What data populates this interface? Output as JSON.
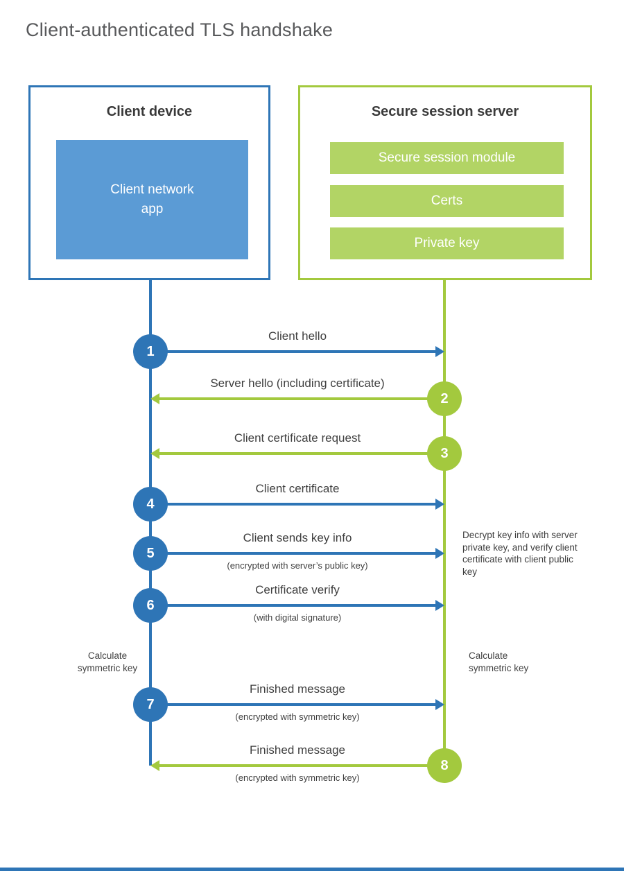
{
  "title": "Client-authenticated TLS handshake",
  "client": {
    "title": "Client device",
    "app_label": "Client network app"
  },
  "server": {
    "title": "Secure session server",
    "modules": [
      "Secure session module",
      "Certs",
      "Private key"
    ]
  },
  "colors": {
    "blue_line": "#2e75b6",
    "blue_fill": "#5b9bd5",
    "green_line": "#a3c93e",
    "green_fill": "#b2d465",
    "text_dark": "#3f3f3f",
    "title_gray": "#58595b"
  },
  "messages": [
    {
      "number": "1",
      "label": "Client hello",
      "direction": "right",
      "color": "blue"
    },
    {
      "number": "2",
      "label": "Server hello (including certificate)",
      "direction": "left",
      "color": "green"
    },
    {
      "number": "3",
      "label": "Client certificate request",
      "direction": "left",
      "color": "green"
    },
    {
      "number": "4",
      "label": "Client certificate",
      "direction": "right",
      "color": "blue"
    },
    {
      "number": "5",
      "label": "Client sends key info",
      "sublabel": "(encrypted with server’s public key)",
      "direction": "right",
      "color": "blue"
    },
    {
      "number": "6",
      "label": "Certificate verify",
      "sublabel": "(with digital signature)",
      "direction": "right",
      "color": "blue"
    },
    {
      "number": "7",
      "label": "Finished message",
      "sublabel": "(encrypted with symmetric key)",
      "direction": "right",
      "color": "blue"
    },
    {
      "number": "8",
      "label": "Finished message",
      "sublabel": "(encrypted with symmetric key)",
      "direction": "left",
      "color": "green"
    }
  ],
  "notes": {
    "decrypt_note": "Decrypt key info with server private key, and verify client certificate with client public key",
    "calculate_left": "Calculate symmetric key",
    "calculate_right": "Calculate symmetric key"
  }
}
